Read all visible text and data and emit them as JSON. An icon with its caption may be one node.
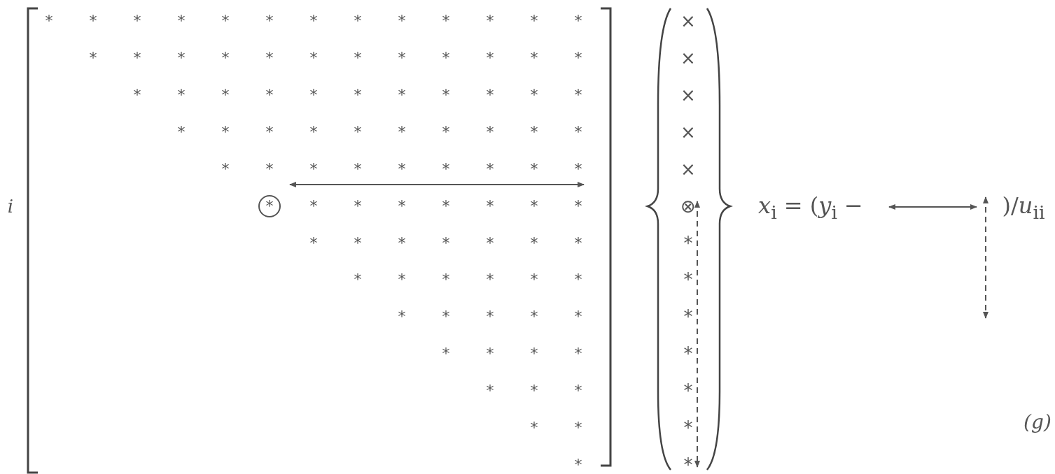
{
  "diagram": {
    "labels": [
      "*",
      "*",
      "*",
      "*",
      "*",
      "*",
      "*",
      "*",
      "*",
      "*",
      "*",
      "*",
      "*",
      "*",
      "*",
      "*",
      "*",
      "*",
      "*",
      "*",
      "*",
      "*",
      "*",
      "*",
      "*",
      "*",
      "*",
      "*",
      "*",
      "*",
      "*",
      "*",
      "*",
      "*",
      "*",
      "*",
      "*",
      "*",
      "*",
      "*",
      "*",
      "*",
      "*",
      "*",
      "*",
      "*",
      "*",
      "*",
      "*",
      "*",
      "*",
      "*",
      "*",
      "*",
      "*",
      "*",
      "*",
      "*",
      "*",
      "*",
      "*",
      "*",
      "*",
      "*",
      "*",
      "*",
      "*",
      "*",
      "*",
      "*",
      "*",
      "*",
      "*",
      "*",
      "*",
      "*",
      "*",
      "*",
      "*",
      "*",
      "*",
      "*",
      "*",
      "*",
      "*",
      "*",
      "*",
      "*",
      "*",
      "*",
      "*",
      "i",
      "×",
      "×",
      "×",
      "×",
      "×",
      "⊗",
      "*",
      "*",
      "*",
      "*",
      "*",
      "*",
      "*",
      "*x*$_{i}$ = (*y*$_{i}$ −",
      ")/*u*$_{ii}$",
      "(g)"
    ]
  }
}
